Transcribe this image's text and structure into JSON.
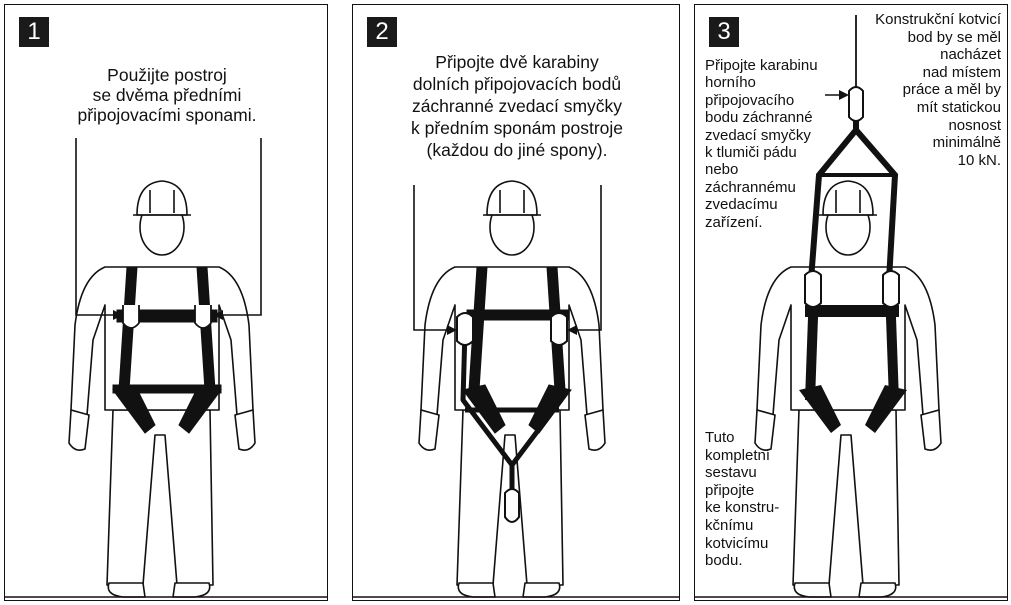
{
  "panels": [
    {
      "number": "1",
      "caption": [
        "Použijte postroj",
        "se dvěma předními",
        "připojovacími sponami."
      ]
    },
    {
      "number": "2",
      "caption": [
        "Připojte dvě karabiny",
        "dolních připojovacích bodů",
        "záchranné zvedací smyčky",
        "k předním sponám  postroje",
        "(každou do jiné spony)."
      ]
    },
    {
      "number": "3",
      "left_note": [
        "Připojte karabinu",
        "horního",
        "připojovacího",
        "bodu záchranné",
        "zvedací smyčky",
        "k tlumiči pádu",
        "nebo",
        "záchrannému",
        "zvedacímu",
        "zařízení."
      ],
      "right_note": [
        "Konstrukční kotvicí",
        "bod by se měl",
        "nacházet",
        "nad místem",
        "práce a měl by",
        "mít statickou",
        "nosnost",
        "minimálně",
        "10 kN."
      ],
      "bottom_note": [
        "Tuto",
        "kompletní",
        "sestavu",
        "připojte",
        "ke konstru-",
        "kčnímu",
        "kotvicímu",
        "bodu."
      ]
    }
  ]
}
